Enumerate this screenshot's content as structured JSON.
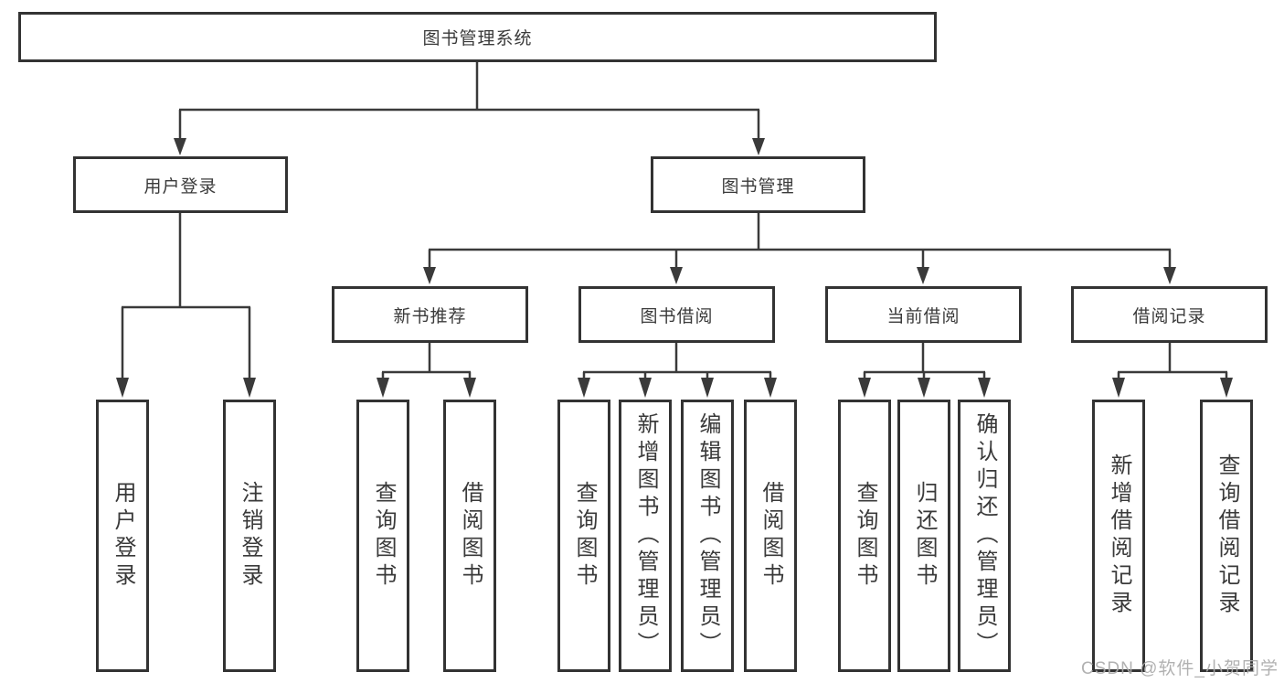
{
  "diagram": {
    "title": "图书管理系统",
    "branches": [
      {
        "label": "用户登录",
        "children": [
          "用户登录",
          "注销登录"
        ]
      },
      {
        "label": "图书管理",
        "modules": [
          {
            "label": "新书推荐",
            "children": [
              "查询图书",
              "借阅图书"
            ]
          },
          {
            "label": "图书借阅",
            "children": [
              "查询图书",
              "新增图书（管理员）",
              "编辑图书（管理员）",
              "借阅图书"
            ]
          },
          {
            "label": "当前借阅",
            "children": [
              "查询图书",
              "归还图书",
              "确认归还（管理员）"
            ]
          },
          {
            "label": "借阅记录",
            "children": [
              "新增借阅记录",
              "查询借阅记录"
            ]
          }
        ]
      }
    ],
    "watermark": "CSDN @软件_小贺同学",
    "colors": {
      "line": "#3a3a3a",
      "border": "#333333",
      "text": "#3a3a3a",
      "watermark": "#aaaaaa"
    }
  }
}
